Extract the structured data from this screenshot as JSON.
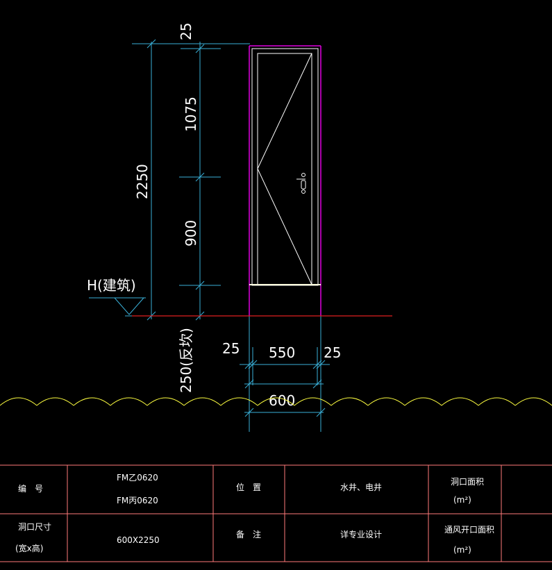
{
  "drawing": {
    "dimensions": {
      "top_gap": "25",
      "upper_part": "1075",
      "lower_part": "900",
      "total_height": "2250",
      "below_floor": "250(反坎)",
      "left_margin": "25",
      "door_width": "550",
      "right_margin": "25",
      "opening_width": "600"
    },
    "floor_label": "H(建筑)",
    "colors": {
      "dimension": "#3ab0d8",
      "wall": "#e000e0",
      "floor_line": "#e02020",
      "door_frame": "#ffffff",
      "break_line": "#ffff40",
      "table_grid": "#ff7a7a"
    }
  },
  "table": {
    "row1": {
      "label": "编　号",
      "code_line1": "FM乙0620",
      "code_line2": "FM丙0620",
      "position_label": "位　置",
      "position_value": "水井、电井",
      "area_label": "洞口面积",
      "area_unit": "(m²)",
      "area_value": ""
    },
    "row2": {
      "label_line1": "洞口尺寸",
      "label_line2": "(宽x高)",
      "size_value": "600X2250",
      "note_label": "备　注",
      "note_value": "详专业设计",
      "vent_label": "通风开口面积",
      "vent_unit": "(m²)",
      "vent_value": ""
    }
  }
}
